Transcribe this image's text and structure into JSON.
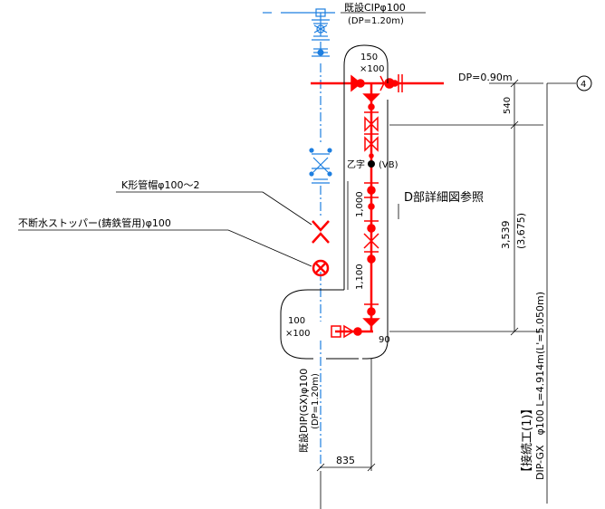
{
  "colors": {
    "existing_pipe": "#1e7fe0",
    "new_pipe": "#ff0000",
    "line": "#000000",
    "background": "#ffffff"
  },
  "labels": {
    "existing_cip_line1": "既設CIPφ100",
    "existing_cip_line2": "(DP=1.20m)",
    "dp_main": "DP=0.90m",
    "circle_number": "4",
    "fitting_top_line1": "150",
    "fitting_top_line2": "×100",
    "fitting_bottom_line1": "100",
    "fitting_bottom_line2": "×100",
    "bend_90": "90",
    "k_cap": "K形管帽φ100〜2",
    "stopper": "不断水ストッパー(鋳鉄管用)φ100",
    "air_valve": "乙字",
    "vb": "(VB)",
    "detail_ref": "D部詳細図参照",
    "dim_540": "540",
    "dim_3539": "3,539",
    "dim_3675": "(3,675)",
    "dim_1000": "1,000",
    "dim_1100": "1,100",
    "dim_835": "835",
    "existing_dip_line1": "既設DIP(GX)φ100",
    "existing_dip_line2": "(DP=1.20m)",
    "connection_line1": "【接続工(1)】",
    "connection_line2": "DIP-GX　φ100 L=4.914m(L'=5.050m)"
  }
}
